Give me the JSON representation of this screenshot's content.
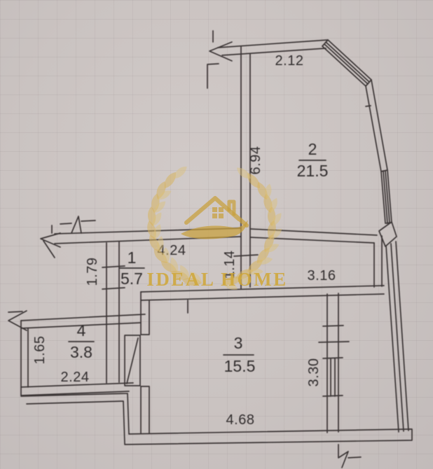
{
  "watermark": {
    "brand": "IDEAL HOME"
  },
  "rooms": [
    {
      "number": "1",
      "area": "5.7"
    },
    {
      "number": "2",
      "area": "21.5"
    },
    {
      "number": "3",
      "area": "15.5"
    },
    {
      "number": "4",
      "area": "3.8"
    }
  ],
  "dimensions": {
    "room2_top_width": "2.12",
    "room2_left_height": "6.94",
    "hall_width": "4.24",
    "passage_width": "1.14",
    "room3_top_width": "3.16",
    "hall_left_height": "1.79",
    "room4_left_height": "1.65",
    "room4_bottom_width": "2.24",
    "room3_right_height": "3.30",
    "room3_bottom_width": "4.68"
  },
  "colors": {
    "ink": "#3b3536",
    "paper": "#cac3c1",
    "gold": "#d0a737"
  }
}
